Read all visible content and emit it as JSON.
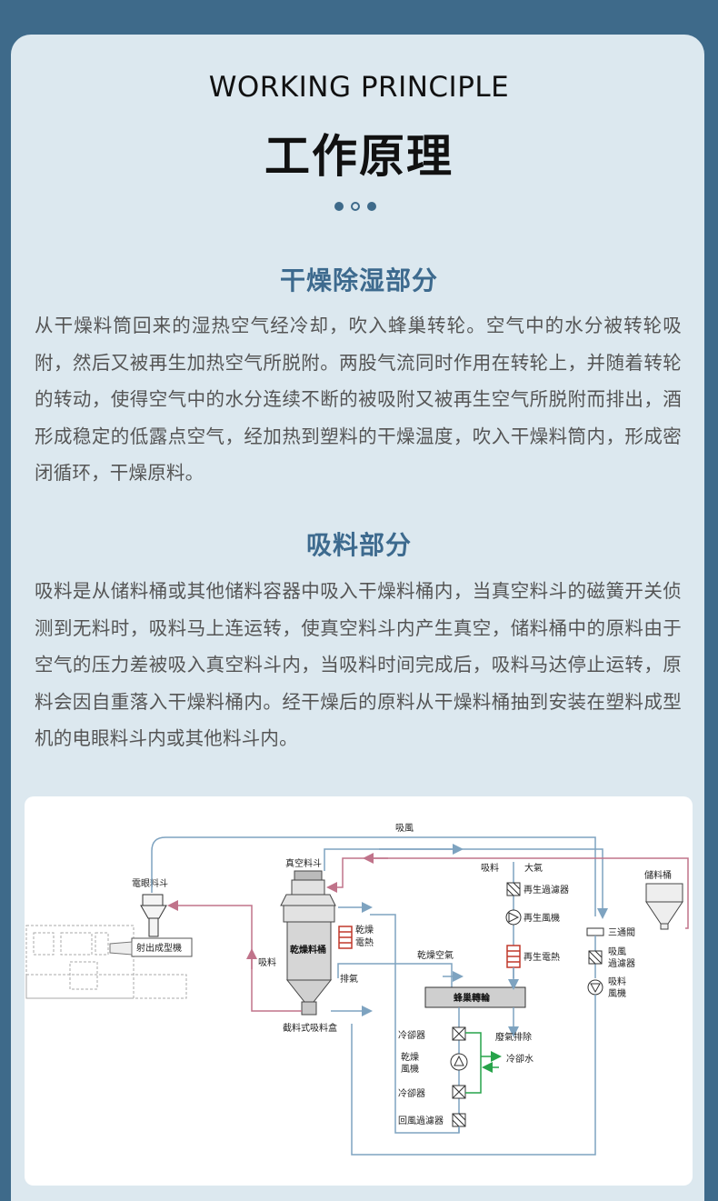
{
  "header": {
    "en_title": "WORKING PRINCIPLE",
    "cn_title": "工作原理"
  },
  "sections": [
    {
      "title": "干燥除湿部分",
      "text": "从干燥料筒回来的湿热空气经冷却，吹入蜂巢转轮。空气中的水分被转轮吸附，然后又被再生加热空气所脱附。两股气流同时作用在转轮上，并随着转轮的转动，使得空气中的水分连续不断的被吸附又被再生空气所脱附而排出，酒形成稳定的低露点空气，经加热到塑料的干燥温度，吹入干燥料筒内，形成密闭循环，干燥原料。"
    },
    {
      "title": "吸料部分",
      "text": "吸料是从储料桶或其他储料容器中吸入干燥料桶内，当真空料斗的磁簧开关侦测到无料时，吸料马上连运转，使真空料斗内产生真空，储料桶中的原料由于空气的压力差被吸入真空料斗内，当吸料时间完成后，吸料马达停止运转，原料会因自重落入干燥料桶内。经干燥后的原料从干燥料桶抽到安装在塑料成型机的电眼料斗内或其他料斗内。"
    }
  ],
  "diagram": {
    "labels": {
      "suction_air": "吸風",
      "vacuum_hopper": "真空料斗",
      "suction": "吸料",
      "atmosphere": "大氣",
      "regen_filter": "再生過濾器",
      "storage_bin": "儲料桶",
      "eye_hopper": "電眼料斗",
      "regen_blower": "再生風機",
      "three_way_valve": "三通閥",
      "dryer_heater_1": "乾燥",
      "dryer_heater_2": "電熱",
      "molding_machine": "射出成型機",
      "drying_bin": "乾燥料桶",
      "dry_air": "乾燥空氣",
      "regen_heater": "再生電熱",
      "suction_filter_1": "吸風",
      "suction_filter_2": "過濾器",
      "suction_side": "吸料",
      "suction_blower_1": "吸料",
      "suction_blower_2": "風機",
      "exhaust": "排氣",
      "honeycomb_wheel": "蜂巢轉輪",
      "cutoff_box": "截料式吸料盒",
      "cooler_1": "冷卻器",
      "waste_exhaust": "廢氣排除",
      "dry_blower_1": "乾燥",
      "dry_blower_2": "風機",
      "cooling_water": "冷卻水",
      "cooler_2": "冷卻器",
      "return_filter": "回風過濾器"
    },
    "colors": {
      "blue_line": "#7ea3c0",
      "red_line": "#c0738a",
      "green_line": "#27a34a",
      "heater": "#c0392b"
    }
  }
}
